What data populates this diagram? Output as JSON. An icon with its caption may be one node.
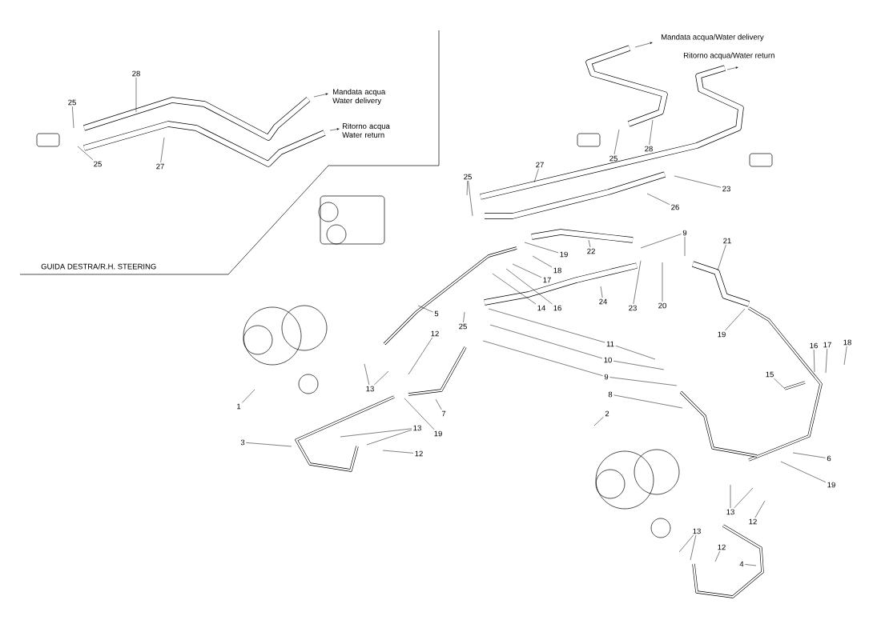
{
  "diagram": {
    "nodes": [
      {
        "text": [
          "28"
        ]
      },
      {
        "text": [
          "25"
        ]
      },
      {
        "text": [
          "25"
        ]
      },
      {
        "text": [
          "27"
        ]
      },
      {
        "text": [
          "25"
        ]
      },
      {
        "text": [
          "27"
        ]
      },
      {
        "text": [
          "25"
        ]
      },
      {
        "text": [
          "28"
        ]
      },
      {
        "text": [
          "23"
        ]
      },
      {
        "text": [
          "26"
        ]
      },
      {
        "text": [
          "9"
        ]
      },
      {
        "text": [
          "19"
        ]
      },
      {
        "text": [
          "22"
        ]
      },
      {
        "text": [
          "21"
        ]
      },
      {
        "text": [
          "18"
        ]
      },
      {
        "text": [
          "17"
        ]
      },
      {
        "text": [
          "24"
        ]
      },
      {
        "text": [
          "14"
        ]
      },
      {
        "text": [
          "16"
        ]
      },
      {
        "text": [
          "23"
        ]
      },
      {
        "text": [
          "20"
        ]
      },
      {
        "text": [
          "5"
        ]
      },
      {
        "text": [
          "25"
        ]
      },
      {
        "text": [
          "12"
        ]
      },
      {
        "text": [
          "19"
        ]
      },
      {
        "text": [
          "11"
        ]
      },
      {
        "text": [
          "16"
        ]
      },
      {
        "text": [
          "17"
        ]
      },
      {
        "text": [
          "18"
        ]
      },
      {
        "text": [
          "10"
        ]
      },
      {
        "text": [
          "13"
        ]
      },
      {
        "text": [
          "15"
        ]
      },
      {
        "text": [
          "9"
        ]
      },
      {
        "text": [
          "8"
        ]
      },
      {
        "text": [
          "1"
        ]
      },
      {
        "text": [
          "7"
        ]
      },
      {
        "text": [
          "2"
        ]
      },
      {
        "text": [
          "13"
        ]
      },
      {
        "text": [
          "19"
        ]
      },
      {
        "text": [
          "3"
        ]
      },
      {
        "text": [
          "12"
        ]
      },
      {
        "text": [
          "6"
        ]
      },
      {
        "text": [
          "19"
        ]
      },
      {
        "text": [
          "13"
        ]
      },
      {
        "text": [
          "12"
        ]
      },
      {
        "text": [
          "13"
        ]
      },
      {
        "text": [
          "12"
        ]
      },
      {
        "text": [
          "4"
        ]
      }
    ],
    "edges": [
      {
        "from": 0,
        "to": null,
        "arrow": "none"
      },
      {
        "from": 1,
        "to": null,
        "arrow": "none"
      },
      {
        "from": 2,
        "to": null,
        "arrow": "none"
      },
      {
        "from": 3,
        "to": null,
        "arrow": "none"
      },
      {
        "from": 4,
        "to": null,
        "arrow": "none"
      },
      {
        "from": 4,
        "to": null,
        "arrow": "none"
      },
      {
        "from": 5,
        "to": null,
        "arrow": "none"
      },
      {
        "from": 6,
        "to": null,
        "arrow": "none"
      },
      {
        "from": 7,
        "to": null,
        "arrow": "none"
      },
      {
        "from": 8,
        "to": null,
        "arrow": "none"
      },
      {
        "from": 9,
        "to": null,
        "arrow": "none"
      },
      {
        "from": 10,
        "to": null,
        "arrow": "none"
      },
      {
        "from": 10,
        "to": null,
        "arrow": "none"
      },
      {
        "from": 11,
        "to": null,
        "arrow": "none"
      },
      {
        "from": 12,
        "to": null,
        "arrow": "none"
      },
      {
        "from": 13,
        "to": null,
        "arrow": "none"
      },
      {
        "from": 14,
        "to": null,
        "arrow": "none"
      },
      {
        "from": 15,
        "to": null,
        "arrow": "none"
      },
      {
        "from": 16,
        "to": null,
        "arrow": "none"
      },
      {
        "from": 17,
        "to": null,
        "arrow": "none"
      },
      {
        "from": 18,
        "to": null,
        "arrow": "none"
      },
      {
        "from": 19,
        "to": null,
        "arrow": "none"
      },
      {
        "from": 20,
        "to": null,
        "arrow": "none"
      },
      {
        "from": 21,
        "to": null,
        "arrow": "none"
      },
      {
        "from": 22,
        "to": null,
        "arrow": "none"
      },
      {
        "from": 23,
        "to": null,
        "arrow": "none"
      },
      {
        "from": 24,
        "to": null,
        "arrow": "none"
      },
      {
        "from": 25,
        "to": null,
        "arrow": "none"
      },
      {
        "from": 25,
        "to": null,
        "arrow": "none"
      },
      {
        "from": 26,
        "to": null,
        "arrow": "none"
      },
      {
        "from": 27,
        "to": null,
        "arrow": "none"
      },
      {
        "from": 28,
        "to": null,
        "arrow": "none"
      },
      {
        "from": 29,
        "to": null,
        "arrow": "none"
      },
      {
        "from": 29,
        "to": null,
        "arrow": "none"
      },
      {
        "from": 30,
        "to": null,
        "arrow": "none"
      },
      {
        "from": 30,
        "to": null,
        "arrow": "none"
      },
      {
        "from": 31,
        "to": null,
        "arrow": "none"
      },
      {
        "from": 32,
        "to": null,
        "arrow": "none"
      },
      {
        "from": 32,
        "to": null,
        "arrow": "none"
      },
      {
        "from": 33,
        "to": null,
        "arrow": "none"
      },
      {
        "from": 34,
        "to": null,
        "arrow": "none"
      },
      {
        "from": 35,
        "to": null,
        "arrow": "none"
      },
      {
        "from": 36,
        "to": null,
        "arrow": "none"
      },
      {
        "from": 37,
        "to": null,
        "arrow": "none"
      },
      {
        "from": 37,
        "to": null,
        "arrow": "none"
      },
      {
        "from": 38,
        "to": null,
        "arrow": "none"
      },
      {
        "from": 39,
        "to": null,
        "arrow": "none"
      },
      {
        "from": 40,
        "to": null,
        "arrow": "none"
      },
      {
        "from": 41,
        "to": null,
        "arrow": "none"
      },
      {
        "from": 42,
        "to": null,
        "arrow": "none"
      },
      {
        "from": 43,
        "to": null,
        "arrow": "none"
      },
      {
        "from": 43,
        "to": null,
        "arrow": "none"
      },
      {
        "from": 44,
        "to": null,
        "arrow": "none"
      },
      {
        "from": 45,
        "to": null,
        "arrow": "none"
      },
      {
        "from": 45,
        "to": null,
        "arrow": "none"
      },
      {
        "from": 46,
        "to": null,
        "arrow": "none"
      },
      {
        "from": 47,
        "to": null,
        "arrow": "none"
      }
    ],
    "labels": [
      "Mandata acqua/Water delivery",
      "Ritorno acqua/Water return",
      "Mandata acqua Water delivery",
      "Ritorno acqua Water return",
      "GUIDA DESTRA/R.H. STEERING"
    ]
  }
}
